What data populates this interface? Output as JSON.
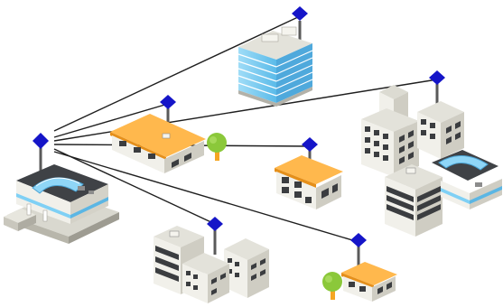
{
  "diagram": {
    "kind": "network-topology",
    "hub": "hq-campus",
    "colors": {
      "link": "#1f1f1f",
      "antenna": "#1515c8",
      "glass_blue": "#7fd0f5",
      "roof_orange": "#ffb84d",
      "facade_light": "#f3f2ec",
      "facade_shadow": "#c9c7bd",
      "window_dark": "#3b3d40",
      "tree": "#8bc83a"
    },
    "nodes": [
      {
        "id": "hq-campus",
        "type": "hub building with glass roof"
      },
      {
        "id": "glass-tower",
        "type": "blue glass office tower"
      },
      {
        "id": "orange-roof-hall",
        "type": "long building with orange roof and tree"
      },
      {
        "id": "small-orange-house",
        "type": "small building with orange roof"
      },
      {
        "id": "high-rise-cluster",
        "type": "cluster of high-rise buildings with a station"
      },
      {
        "id": "office-block-group",
        "type": "group of office blocks"
      },
      {
        "id": "cottage",
        "type": "small cottage with tree"
      }
    ],
    "links": [
      {
        "from": "hq-campus",
        "to": "glass-tower"
      },
      {
        "from": "hq-campus",
        "to": "orange-roof-hall"
      },
      {
        "from": "hq-campus",
        "to": "small-orange-house"
      },
      {
        "from": "hq-campus",
        "to": "high-rise-cluster"
      },
      {
        "from": "hq-campus",
        "to": "office-block-group"
      },
      {
        "from": "hq-campus",
        "to": "cottage"
      }
    ]
  }
}
